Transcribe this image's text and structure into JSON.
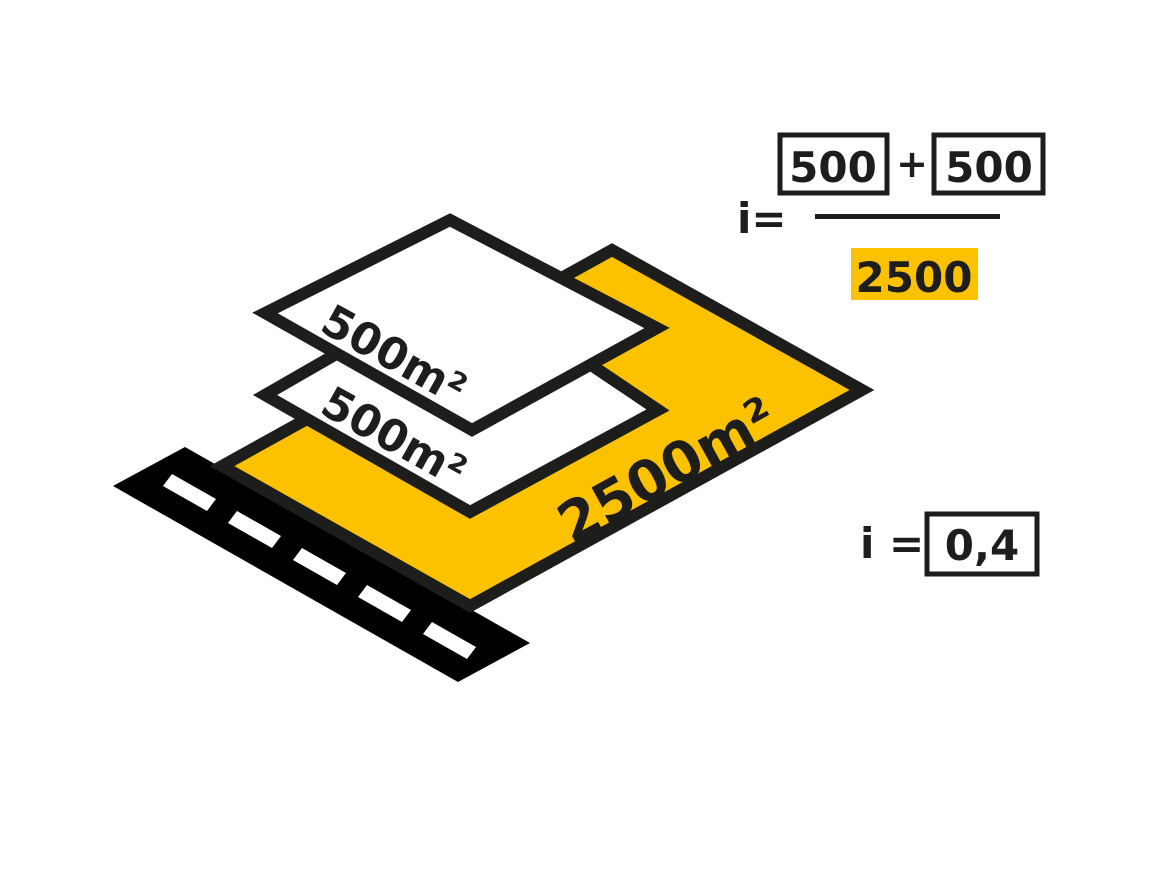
{
  "colors": {
    "plot": "#fcc200",
    "outline": "#1d1d1b",
    "floor": "#ffffff",
    "road": "#000000",
    "road_marking": "#ffffff",
    "denominator_highlight": "#fcc200"
  },
  "diagram": {
    "plot_area_label": "2500m²",
    "upper_floor_label": "500m²",
    "lower_floor_label": "500m²"
  },
  "formula": {
    "lhs": "i=",
    "term1": "500",
    "operator": "+",
    "term2": "500",
    "denominator": "2500"
  },
  "result": {
    "lhs": "i =",
    "value": "0,4"
  }
}
